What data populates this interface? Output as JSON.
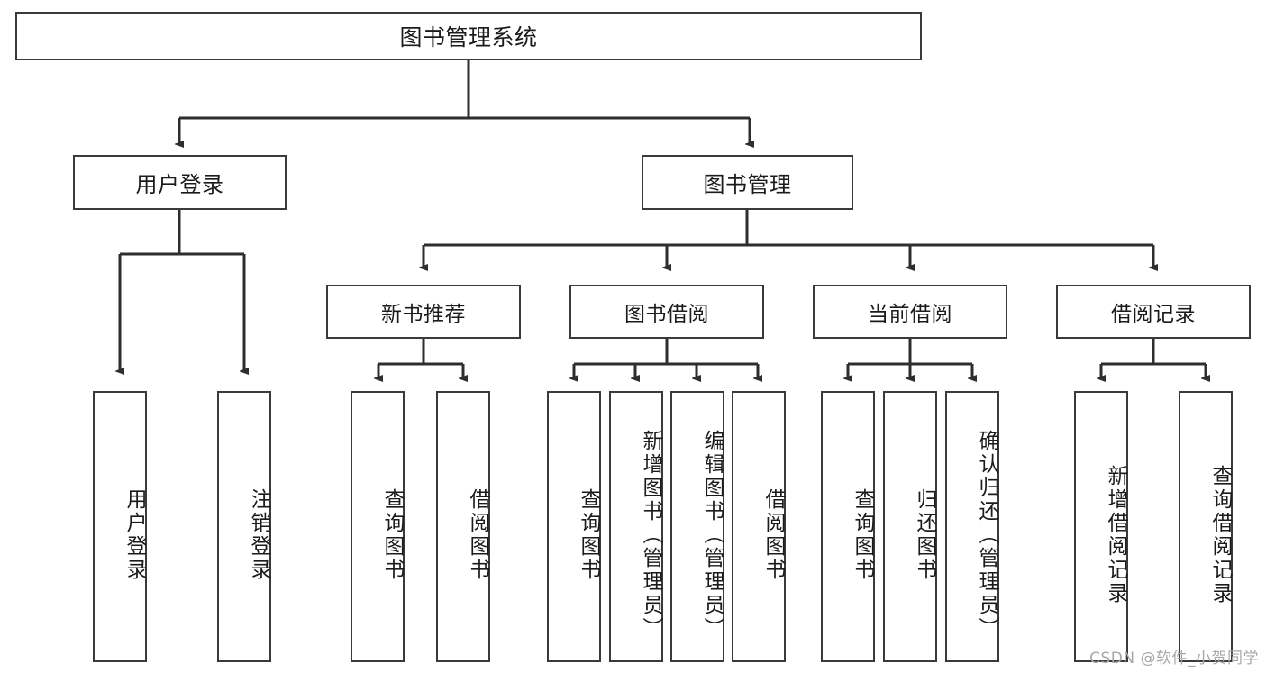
{
  "diagram": {
    "title": "图书管理系统",
    "type": "tree",
    "watermark": "CSDN @软件_小贺同学",
    "colors": {
      "box_border": "#3a3a3a",
      "box_fill": "#ffffff",
      "edge": "#2e2e2e",
      "text": "#1b1b1b",
      "watermark": "#a8a8a8"
    },
    "root": {
      "label": "图书管理系统"
    },
    "level1": [
      {
        "label": "用户登录"
      },
      {
        "label": "图书管理"
      }
    ],
    "level2": [
      {
        "label": "新书推荐"
      },
      {
        "label": "图书借阅"
      },
      {
        "label": "当前借阅"
      },
      {
        "label": "借阅记录"
      }
    ],
    "leaves": {
      "user_login": [
        {
          "label": "用户登录"
        },
        {
          "label": "注销登录"
        }
      ],
      "new_book_recommend": [
        {
          "label": "查询图书"
        },
        {
          "label": "借阅图书"
        }
      ],
      "book_borrow": [
        {
          "label": "查询图书"
        },
        {
          "label": "新增图书（管理员）"
        },
        {
          "label": "编辑图书（管理员）"
        },
        {
          "label": "借阅图书"
        }
      ],
      "current_borrow": [
        {
          "label": "查询图书"
        },
        {
          "label": "归还图书"
        },
        {
          "label": "确认归还（管理员）"
        }
      ],
      "borrow_record": [
        {
          "label": "新增借阅记录"
        },
        {
          "label": "查询借阅记录"
        }
      ]
    }
  }
}
